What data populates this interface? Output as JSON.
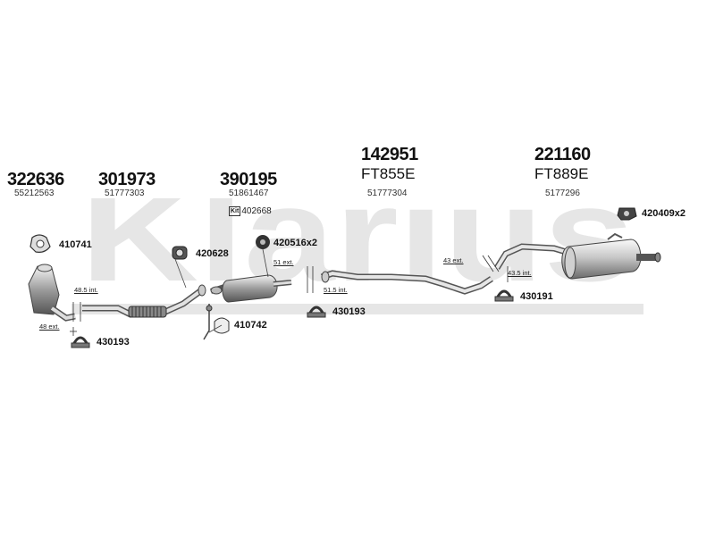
{
  "watermark": {
    "text": "Klarius"
  },
  "components": [
    {
      "id": "downpipe",
      "part_number": "322636",
      "oem": "55212563"
    },
    {
      "id": "front-pipe",
      "part_number": "301973",
      "oem": "51777303"
    },
    {
      "id": "catalyst",
      "part_number": "390195",
      "oem": "51861467",
      "kit_label": "Kit",
      "kit_number": "402668"
    },
    {
      "id": "centre-pipe",
      "part_number": "142951",
      "alt_code": "FT855E",
      "oem": "51777304"
    },
    {
      "id": "rear-silencer",
      "part_number": "221160",
      "alt_code": "FT889E",
      "oem": "5177296"
    }
  ],
  "fittings": [
    {
      "id": "clamp-410741",
      "label": "410741"
    },
    {
      "id": "gasket-420628",
      "label": "420628"
    },
    {
      "id": "rubber-420516",
      "label": "420516x2"
    },
    {
      "id": "rubber-420409",
      "label": "420409x2"
    },
    {
      "id": "clamp-430193-a",
      "label": "430193"
    },
    {
      "id": "sensor-410742",
      "label": "410742"
    },
    {
      "id": "clamp-430193-b",
      "label": "430193"
    },
    {
      "id": "clamp-430191",
      "label": "430191"
    }
  ],
  "dimensions": [
    {
      "id": "dim-48-5-int",
      "label": "48.5 int."
    },
    {
      "id": "dim-48-ext",
      "label": "48 ext."
    },
    {
      "id": "dim-51-ext",
      "label": "51 ext."
    },
    {
      "id": "dim-51-5-int",
      "label": "51.5 int."
    },
    {
      "id": "dim-43-ext",
      "label": "43 ext."
    },
    {
      "id": "dim-43-5-int",
      "label": "43.5 int."
    }
  ]
}
